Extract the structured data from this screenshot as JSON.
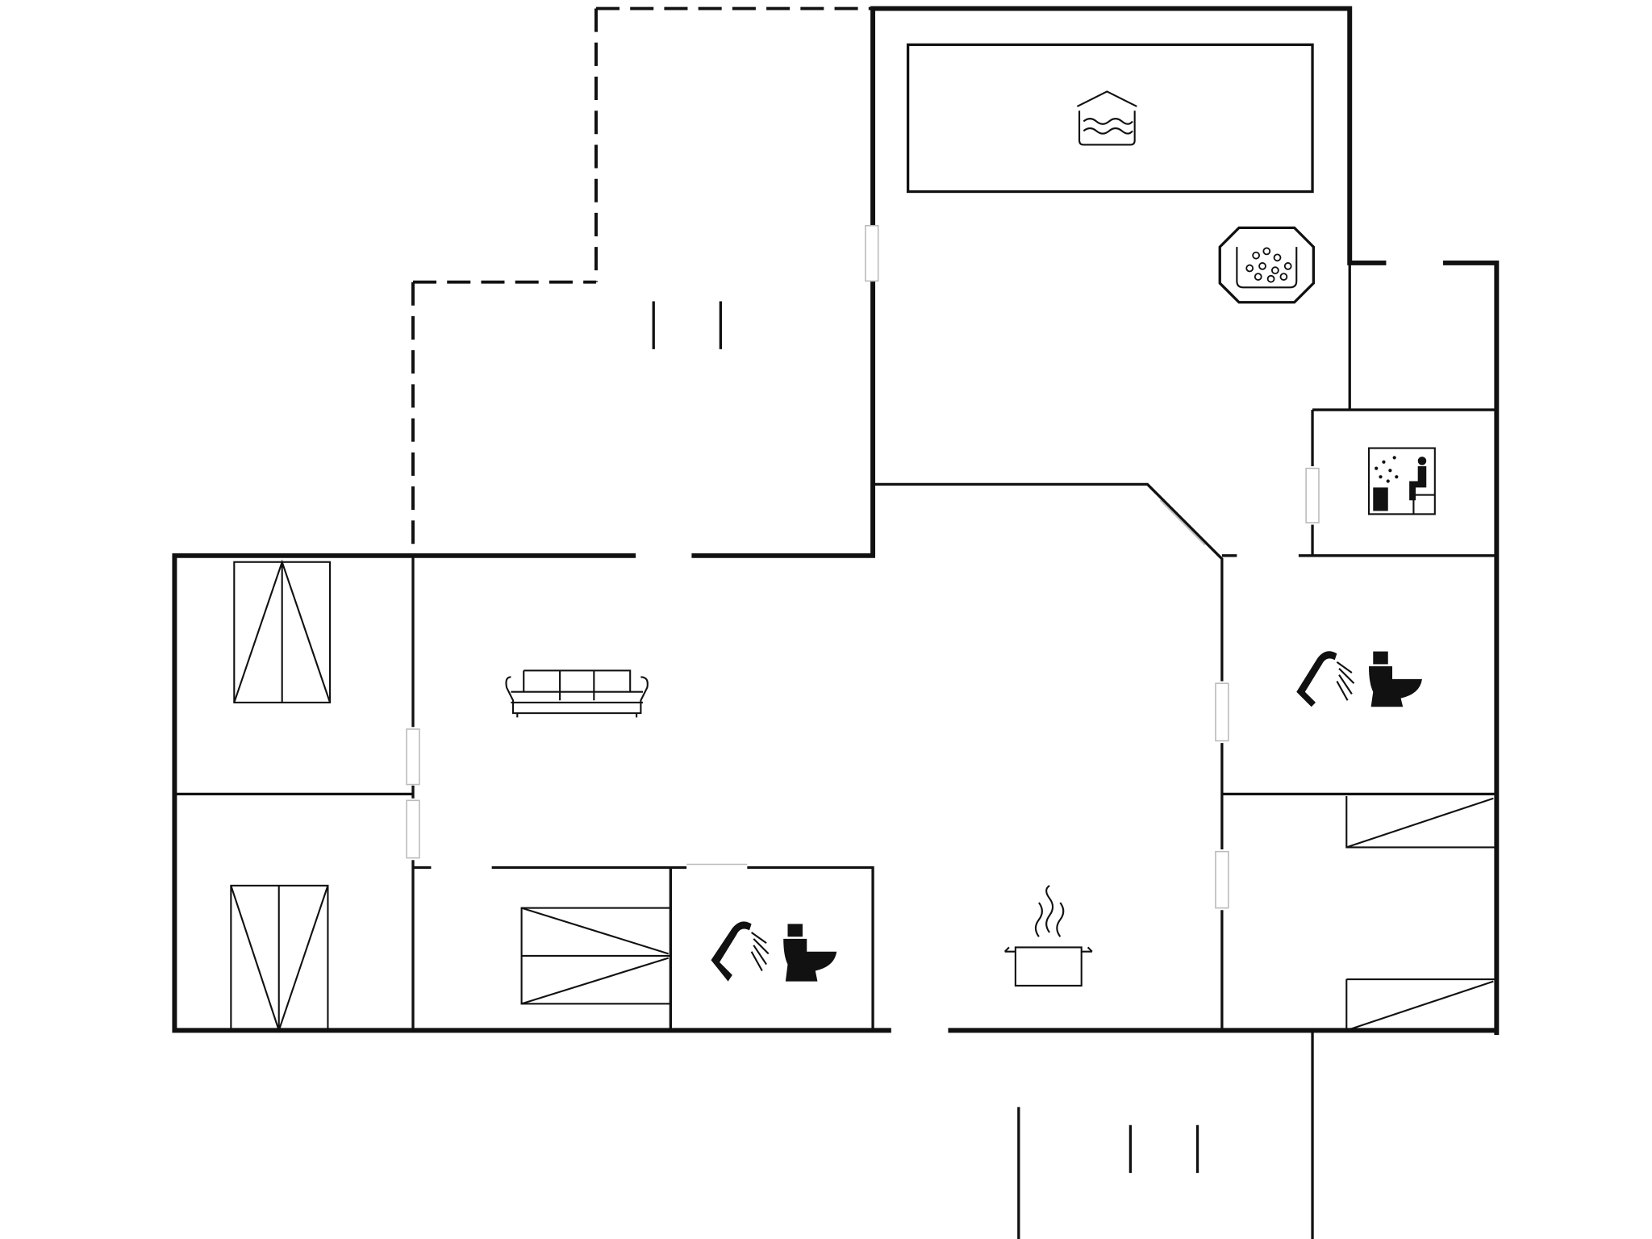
{
  "plan": {
    "colors": {
      "walls": "#111111",
      "background": "#ffffff",
      "door_marks": "#bbbbbb"
    },
    "rooms": [
      {
        "id": "pool-room",
        "icons": [
          "pool-icon",
          "hot-tub-icon"
        ]
      },
      {
        "id": "sauna",
        "icons": [
          "sauna-icon"
        ]
      },
      {
        "id": "bathroom-east",
        "icons": [
          "shower-icon",
          "toilet-icon"
        ]
      },
      {
        "id": "bathroom-south",
        "icons": [
          "shower-icon",
          "toilet-icon"
        ]
      },
      {
        "id": "living-room",
        "icons": [
          "sofa-icon"
        ]
      },
      {
        "id": "kitchen",
        "icons": [
          "cooking-pot-icon"
        ]
      },
      {
        "id": "bedroom-1",
        "icons": [
          "double-bed-icon"
        ]
      },
      {
        "id": "bedroom-2",
        "icons": [
          "double-bed-icon"
        ]
      },
      {
        "id": "staircase",
        "icons": [
          "stairs-icon"
        ]
      },
      {
        "id": "terrace-north",
        "icons": []
      },
      {
        "id": "terrace-south",
        "icons": []
      }
    ]
  }
}
